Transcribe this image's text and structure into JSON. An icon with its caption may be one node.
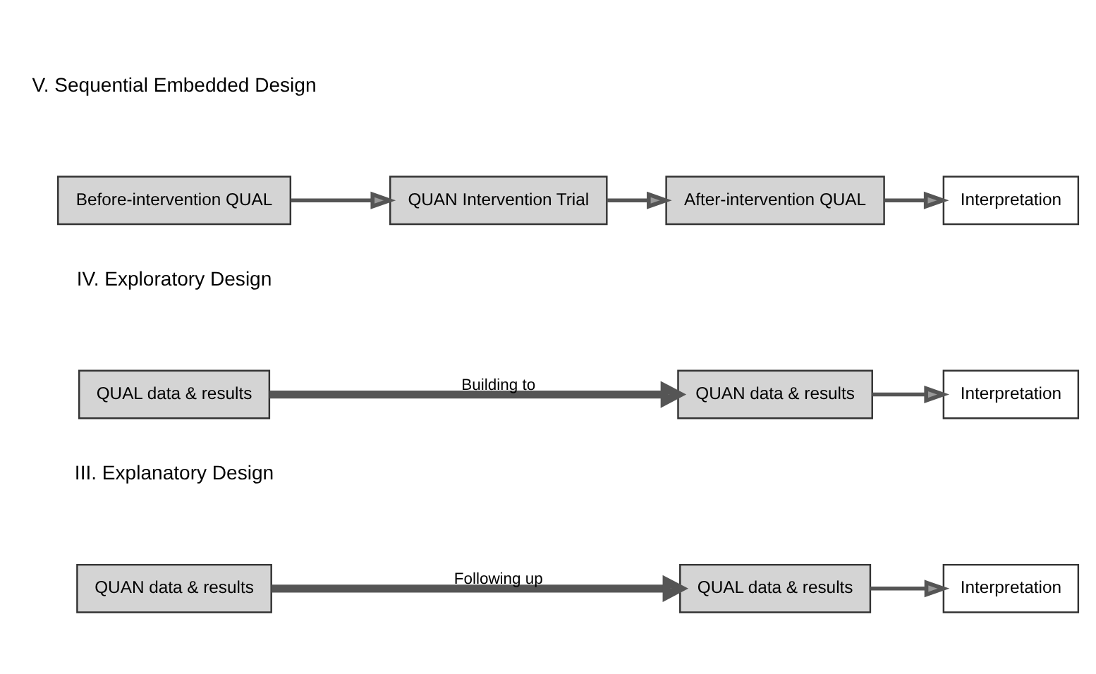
{
  "diagram": {
    "nodes": [
      {
        "text": [
          "QUAN data & results"
        ]
      },
      {
        "text": [
          "QUAL data & results"
        ]
      },
      {
        "text": [
          "Interpretation"
        ]
      },
      {
        "text": [
          "QUAL data & results"
        ]
      },
      {
        "text": [
          "QUAN data & results"
        ]
      },
      {
        "text": [
          "Interpretation"
        ]
      },
      {
        "text": [
          "Before-intervention QUAL"
        ]
      },
      {
        "text": [
          "QUAN Intervention Trial"
        ]
      },
      {
        "text": [
          "After-intervention QUAL"
        ]
      },
      {
        "text": [
          "Interpretation"
        ]
      }
    ],
    "edges": [
      {
        "from": 0,
        "to": 1,
        "arrow": "to",
        "label": "Following up",
        "style": "thick"
      },
      {
        "from": 1,
        "to": 2,
        "arrow": "to"
      },
      {
        "from": 3,
        "to": 4,
        "arrow": "to",
        "label": "Building to",
        "style": "thick"
      },
      {
        "from": 4,
        "to": 5,
        "arrow": "to"
      },
      {
        "from": 6,
        "to": 7,
        "arrow": "to"
      },
      {
        "from": 7,
        "to": 8,
        "arrow": "to"
      },
      {
        "from": 8,
        "to": 9,
        "arrow": "to"
      }
    ],
    "labels": [
      "III. Explanatory Design",
      "IV. Exploratory Design",
      "V. Sequential Embedded Design"
    ]
  }
}
